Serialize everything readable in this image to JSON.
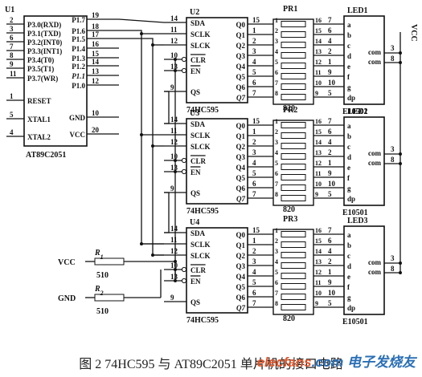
{
  "u1": {
    "ref": "U1",
    "part": "AT89C2051",
    "left_pins": [
      {
        "num": "2",
        "name": "P3.0(RXD)"
      },
      {
        "num": "3",
        "name": "P3.1(TXD)"
      },
      {
        "num": "6",
        "name": "P3.2(INT0)"
      },
      {
        "num": "7",
        "name": "P3.3(INT1)"
      },
      {
        "num": "8",
        "name": "P3.4(T0)"
      },
      {
        "num": "9",
        "name": "P3.5(T1)"
      },
      {
        "num": "11",
        "name": "P3.7(WR)"
      },
      {
        "num": "1",
        "name": "RESET"
      },
      {
        "num": "5",
        "name": "XTAL1"
      },
      {
        "num": "4",
        "name": "XTAL2"
      }
    ],
    "right_pins": [
      {
        "num": "19",
        "name": "P1.7"
      },
      {
        "num": "18",
        "name": "P1.6"
      },
      {
        "num": "17",
        "name": "P1.5"
      },
      {
        "num": "16",
        "name": "P1.4"
      },
      {
        "num": "15",
        "name": "P1.3"
      },
      {
        "num": "14",
        "name": "P1.2"
      },
      {
        "num": "13",
        "name": "P1.1"
      },
      {
        "num": "12",
        "name": "P1.0"
      },
      {
        "num": "10",
        "name": "GND"
      },
      {
        "num": "20",
        "name": "VCC"
      }
    ]
  },
  "shift_registers": [
    {
      "ref": "U2",
      "part": "74HC595"
    },
    {
      "ref": "U3",
      "part": "74HC595"
    },
    {
      "ref": "U4",
      "part": "74HC595"
    }
  ],
  "sr_inputs": [
    {
      "num": "14",
      "name": "SDA"
    },
    {
      "num": "11",
      "name": "SCLK"
    },
    {
      "num": "12",
      "name": "SLCK"
    },
    {
      "num": "10",
      "name": "CLR"
    },
    {
      "num": "13",
      "name": "EN"
    },
    {
      "num": "9",
      "name": "QS"
    }
  ],
  "sr_outputs": [
    "Q0",
    "Q1",
    "Q2",
    "Q3",
    "Q4",
    "Q5",
    "Q6",
    "Q7"
  ],
  "sr_output_pins": [
    "15",
    "1",
    "2",
    "3",
    "4",
    "5",
    "6",
    "7"
  ],
  "resistor_packs": [
    {
      "ref": "PR1",
      "part": "820"
    },
    {
      "ref": "PR2",
      "part": "820"
    },
    {
      "ref": "PR3",
      "part": "820"
    }
  ],
  "rp_left_pins": [
    "1",
    "2",
    "3",
    "4",
    "5",
    "6",
    "7",
    "8"
  ],
  "rp_right_pins": [
    "16",
    "15",
    "14",
    "13",
    "12",
    "11",
    "10",
    "9"
  ],
  "led_pins": [
    "7",
    "6",
    "4",
    "2",
    "1",
    "9",
    "10",
    "5"
  ],
  "led_segments": [
    "a",
    "b",
    "c",
    "d",
    "e",
    "f",
    "g",
    "dp"
  ],
  "displays": [
    {
      "ref": "LED1",
      "part": "E10501"
    },
    {
      "ref": "LED2",
      "part": "E10501"
    },
    {
      "ref": "LED3",
      "part": "E10501"
    }
  ],
  "com_label": "com",
  "com_pins": [
    "3",
    "8"
  ],
  "vcc_side": "VCC",
  "power": {
    "vcc": "VCC",
    "gnd": "GND",
    "r1": {
      "ref": "R",
      "sub": "1",
      "value": "510"
    },
    "r2": {
      "ref": "R",
      "sub": "2",
      "value": "510"
    }
  },
  "caption": "图 2    74HC595 与 AT89C2051 单片机的接口电路",
  "watermark": {
    "part1": "elecfans",
    "part2": ".com",
    "part3": " 电子发烧友"
  }
}
